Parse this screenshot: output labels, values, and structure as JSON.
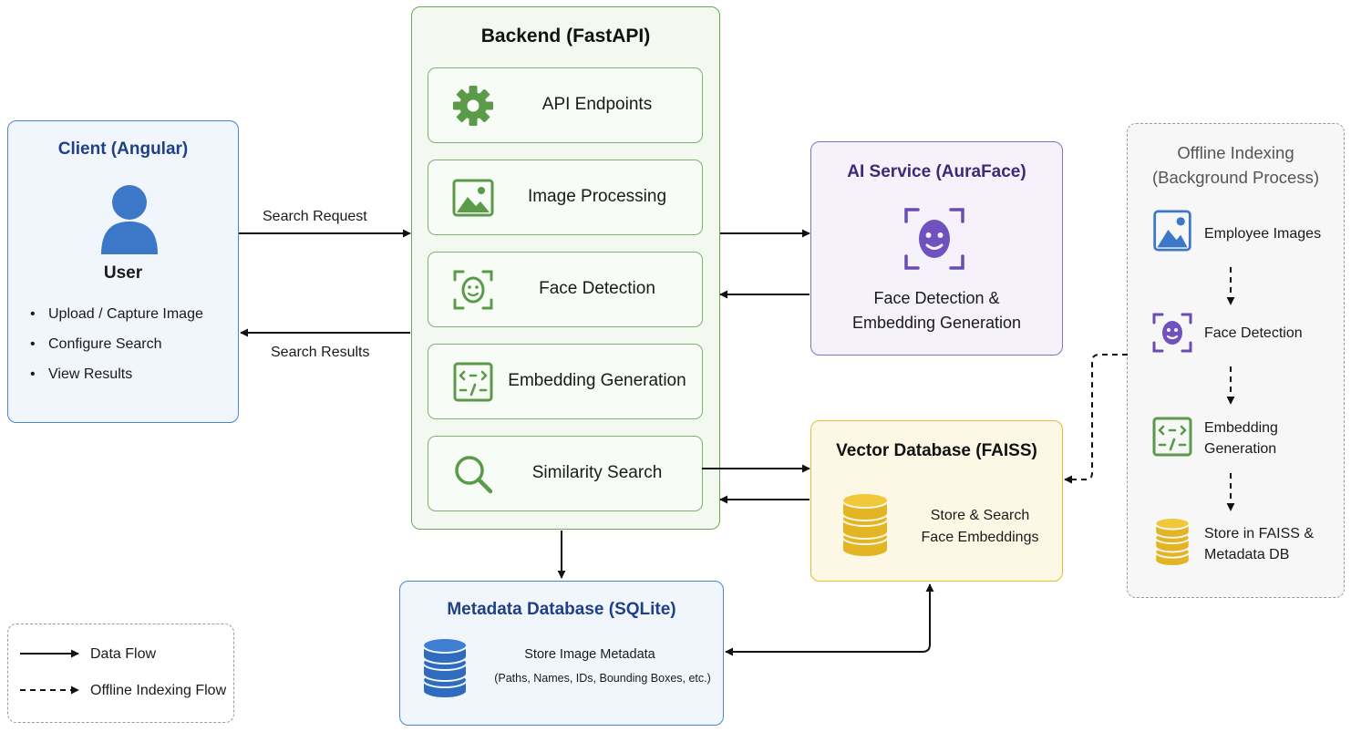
{
  "client": {
    "title": "Client (Angular)",
    "user_label": "User",
    "items": [
      "Upload / Capture Image",
      "Configure Search",
      "View Results"
    ]
  },
  "backend": {
    "title": "Backend (FastAPI)",
    "modules": [
      {
        "label": "API Endpoints",
        "icon": "gear-icon"
      },
      {
        "label": "Image Processing",
        "icon": "image-icon"
      },
      {
        "label": "Face Detection",
        "icon": "face-scan-icon"
      },
      {
        "label": "Embedding Generation",
        "icon": "code-icon"
      },
      {
        "label": "Similarity Search",
        "icon": "search-icon"
      }
    ]
  },
  "ai_service": {
    "title": "AI Service (AuraFace)",
    "desc_line1": "Face Detection &",
    "desc_line2": "Embedding Generation",
    "icon": "face-scan-icon"
  },
  "vector_db": {
    "title": "Vector Database (FAISS)",
    "desc_line1": "Store & Search",
    "desc_line2": "Face Embeddings",
    "icon": "database-icon"
  },
  "metadata_db": {
    "title": "Metadata Database (SQLite)",
    "desc_line1": "Store Image Metadata",
    "desc_line2": "(Paths, Names, IDs, Bounding Boxes, etc.)",
    "icon": "database-icon"
  },
  "offline": {
    "title_line1": "Offline Indexing",
    "title_line2": "(Background Process)",
    "steps": [
      {
        "label_line1": "Employee Images",
        "label_line2": "",
        "icon": "image-icon"
      },
      {
        "label_line1": "Face Detection",
        "label_line2": "",
        "icon": "face-scan-icon"
      },
      {
        "label_line1": "Embedding",
        "label_line2": "Generation",
        "icon": "code-icon"
      },
      {
        "label_line1": "Store in FAISS &",
        "label_line2": "Metadata DB",
        "icon": "database-icon"
      }
    ]
  },
  "flows": {
    "search_request": "Search Request",
    "search_results": "Search Results"
  },
  "legend": {
    "data_flow": "Data Flow",
    "offline_flow": "Offline Indexing Flow"
  },
  "colors": {
    "client_accent": "#4a86d4",
    "backend_accent": "#6aa85a",
    "ai_accent": "#8a6fc0",
    "vector_accent": "#e0bb3c",
    "metadata_accent": "#2f6cc0",
    "offline_border": "#9a9a9a"
  }
}
